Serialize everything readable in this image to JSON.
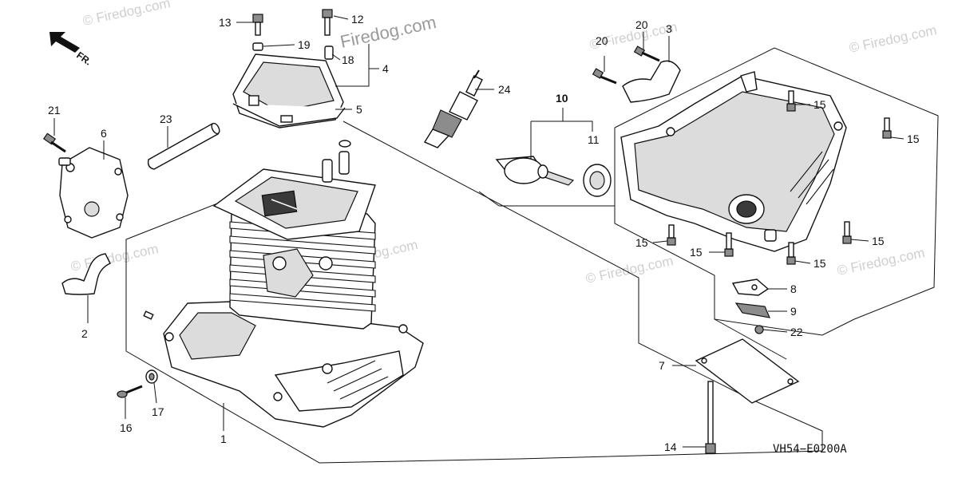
{
  "diagram_code": "VH54−E0200A",
  "direction_label": "FR.",
  "watermarks": {
    "main": "Firedog.com",
    "faint": "© Firedog.com"
  },
  "callouts": {
    "p1": "1",
    "p2": "2",
    "p3": "3",
    "p4": "4",
    "p5": "5",
    "p6": "6",
    "p7": "7",
    "p8": "8",
    "p9": "9",
    "p10": "10",
    "p11": "11",
    "p12": "12",
    "p13": "13",
    "p14": "14",
    "p15": "15",
    "p16": "16",
    "p17": "17",
    "p18": "18",
    "p19": "19",
    "p20": "20",
    "p21": "21",
    "p22": "22",
    "p23": "23",
    "p24": "24"
  }
}
